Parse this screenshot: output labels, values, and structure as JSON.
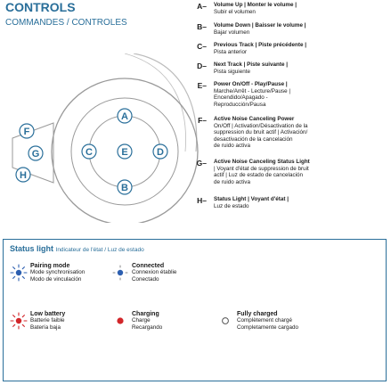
{
  "header": {
    "title": "CONTROLS",
    "subtitle": "COMMANDES / CONTROLES"
  },
  "diagram": {
    "labels": [
      "A",
      "B",
      "C",
      "D",
      "E",
      "F",
      "G",
      "H"
    ]
  },
  "items": [
    {
      "letter": "A",
      "lines": [
        "Volume Up | Monter le volume |",
        "Subir el volumen"
      ]
    },
    {
      "letter": "B",
      "lines": [
        "Volume Down | Baisser le volume |",
        "Bajar volumen"
      ]
    },
    {
      "letter": "C",
      "lines": [
        "Previous Track | Piste précédente |",
        "Pista anterior"
      ]
    },
    {
      "letter": "D",
      "lines": [
        "Next Track | Piste suivante |",
        "Pista siguiente"
      ]
    },
    {
      "letter": "E",
      "lines": [
        "Power On/Off - Play/Pause |",
        "Marche/Arrêt - Lecture/Pause |",
        "Encendido/Apagado -",
        "Reproducción/Pausa"
      ]
    },
    {
      "letter": "F",
      "lines": [
        "Active Noise Canceling Power",
        "On/Off | Activation/Désactivation de la",
        "suppression du bruit actif | Activación/",
        "desactivación de la cancelación",
        "de ruido activa"
      ]
    },
    {
      "letter": "G",
      "lines": [
        "Active Noise Canceling Status Light",
        "| Voyant d'état de suppression de bruit",
        "actif | Luz de estado de cancelación",
        "de ruido activa"
      ]
    },
    {
      "letter": "H",
      "lines": [
        "Status Light | Voyant d'état |",
        "Luz de estado"
      ]
    }
  ],
  "status_box": {
    "title": "Status light",
    "subtitle": "Indicateur de l'état / Luz de estado",
    "states": [
      {
        "name": "Pairing mode",
        "lines": [
          "Mode synchronisation",
          "Modo de vinculación"
        ],
        "icon": "blue-blinking-light-icon"
      },
      {
        "name": "Connected",
        "lines": [
          "Connexion établie",
          "Conectado"
        ],
        "icon": "blue-slow-blink-light-icon"
      },
      {
        "name": "Low battery",
        "lines": [
          "Batterie faible",
          "Batería baja"
        ],
        "icon": "red-blinking-light-icon"
      },
      {
        "name": "Charging",
        "lines": [
          "Charge",
          "Recargando"
        ],
        "icon": "red-solid-light-icon"
      },
      {
        "name": "Fully charged",
        "lines": [
          "Complètement chargé",
          "Completamente cargado"
        ],
        "icon": "off-light-icon"
      }
    ]
  },
  "colors": {
    "accent": "#2a6f9a",
    "blue_light": "#2d5fb0",
    "red_light": "#d2262a",
    "outline": "#8a8a8a"
  }
}
